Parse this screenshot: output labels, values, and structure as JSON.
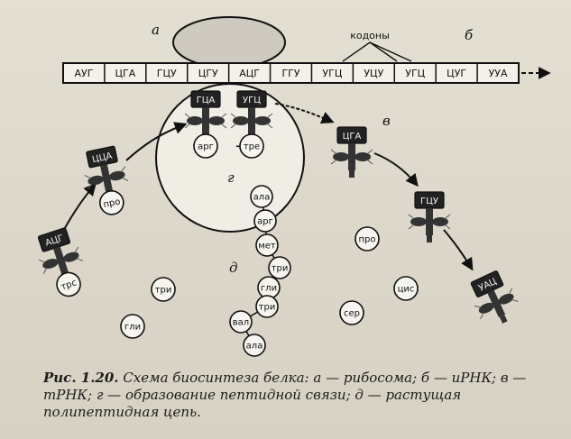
{
  "mrna": {
    "codons": [
      "АУГ",
      "ЦГА",
      "ГЦУ",
      "ЦГУ",
      "АЦГ",
      "ГГУ",
      "УГЦ",
      "УЦУ",
      "УГЦ",
      "ЦУГ",
      "УУА"
    ]
  },
  "labels": {
    "a": "а",
    "b": "б",
    "v": "в",
    "g": "г",
    "d": "д",
    "codons_bracket": "кодоны"
  },
  "trna": [
    {
      "anticodon": "ЦЦА",
      "amino_acid": "про"
    },
    {
      "anticodon": "АЦГ",
      "amino_acid": "трс"
    },
    {
      "anticodon": "ГЦА",
      "amino_acid": "арг"
    },
    {
      "anticodon": "УГЦ",
      "amino_acid": "тре"
    },
    {
      "anticodon": "ЦГА",
      "amino_acid": ""
    },
    {
      "anticodon": "ГЦУ",
      "amino_acid": ""
    },
    {
      "anticodon": "УАЦ",
      "amino_acid": ""
    }
  ],
  "peptide_chain": [
    "ала",
    "арг",
    "мет",
    "три",
    "гли",
    "три",
    "вал",
    "ала"
  ],
  "free_amino_acids": [
    "три",
    "гли",
    "про",
    "цис",
    "сер"
  ],
  "caption": {
    "figure": "Рис. 1.20.",
    "text": "Схема биосинтеза белка: а — рибосома; б — иРНК; в — тРНК; г — образование пептидной связи; д — растущая полипептидная цепь."
  }
}
